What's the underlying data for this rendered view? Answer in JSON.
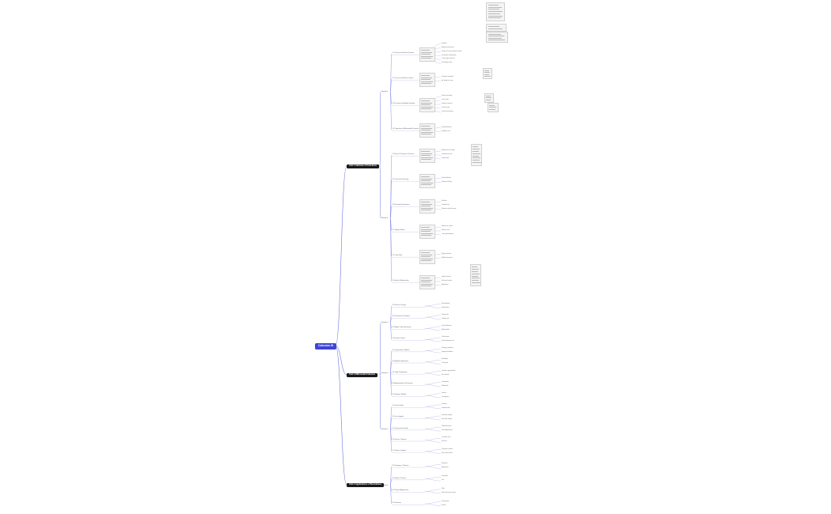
{
  "root": {
    "label": "Calculus III"
  },
  "colors": {
    "branch": "#6f74e0",
    "root_bg": "#3f45d6",
    "unit_bg": "#1a1a1a",
    "leaf_line": "#9aa0d8"
  },
  "units": [
    {
      "label": "Unit 1 Calculus of Functions",
      "sections": [
        {
          "label": "Section 1",
          "topics": [
            {
              "label": "1.1 Vectors and Vector Functions",
              "leaves": [
                "Definition",
                "Notation and direction",
                "Position of a vector relative to origin",
                "Dot product and projection",
                "Cross product and area",
                "Unit tangent vector"
              ]
            },
            {
              "label": "1.2 Curves and Planes in Space",
              "leaves": [
                "Parametric equations",
                "Arc length of a curve"
              ]
            },
            {
              "label": "1.3 Functions of Multiple Variables",
              "leaves": [
                "Domain and range",
                "Level curves",
                "Graphs of surfaces",
                "Contour maps",
                "Limits and continuity"
              ]
            },
            {
              "label": "1.4 Properties of Multivariable Functions",
              "leaves": [
                "Partial derivatives",
                "Gradient vector"
              ]
            }
          ]
        },
        {
          "label": "Section 2",
          "topics": [
            {
              "label": "2.1 Rate of Change of a Function",
              "leaves": [
                "Average rate of change",
                "Instantaneous rate",
                "Tangent lines"
              ]
            },
            {
              "label": "2.2 Limits and Continuity",
              "leaves": [
                "Formal definition",
                "Properties of limits"
              ]
            },
            {
              "label": "2.3 Directional Derivatives",
              "leaves": [
                "Definition",
                "Gradient form",
                "Maximum rate of increase"
              ]
            },
            {
              "label": "2.4 Tangent Planes",
              "leaves": [
                "Equation of a plane",
                "Normal vector",
                "Linear approximation"
              ]
            },
            {
              "label": "2.5 Chain Rule",
              "leaves": [
                "Single parameter",
                "Multiple parameters"
              ]
            },
            {
              "label": "2.6 Implicit Differentiation",
              "leaves": [
                "Implicit functions",
                "Derivative formula",
                "Applications"
              ]
            }
          ]
        }
      ]
    },
    {
      "label": "Unit 2 Differential Calculus",
      "sections": [
        {
          "label": "Section 3",
          "topics": [
            {
              "label": "3.1 Rates of Change",
              "leaves": [
                "Rate definition",
                "Related rates"
              ]
            },
            {
              "label": "3.2 Derivatives of Products",
              "leaves": [
                "Product rule",
                "Quotient rule"
              ]
            },
            {
              "label": "3.3 Higher Order Derivatives",
              "leaves": [
                "Second derivative",
                "Mixed partials"
              ]
            },
            {
              "label": "3.4 Extreme Values",
              "leaves": [
                "Critical points",
                "Second derivative test"
              ]
            }
          ]
        },
        {
          "label": "Section 4",
          "topics": [
            {
              "label": "4.1 Optimization Problems",
              "leaves": [
                "Setting up equations",
                "Lagrange multipliers"
              ]
            },
            {
              "label": "4.2 Applied Optimization",
              "leaves": [
                "Boundaries",
                "Constraints"
              ]
            },
            {
              "label": "4.3 Taylor Polynomials",
              "leaves": [
                "Quadratic approximation",
                "Error bounds"
              ]
            },
            {
              "label": "4.4 Approximation of Functions",
              "leaves": [
                "Linearization",
                "Differentials"
              ]
            },
            {
              "label": "4.5 Newton's Method",
              "leaves": [
                "Iteration",
                "Convergence"
              ]
            }
          ]
        },
        {
          "label": "Section 5",
          "topics": [
            {
              "label": "5.1 Vector Fields",
              "leaves": [
                "Definition",
                "Gradient fields"
              ]
            },
            {
              "label": "5.2 Line Integrals",
              "leaves": [
                "Scalar line integral",
                "Vector line integral"
              ]
            },
            {
              "label": "5.3 Conservative Fields",
              "leaves": [
                "Potential function",
                "Path independence"
              ]
            },
            {
              "label": "5.4 Green's Theorem",
              "leaves": [
                "Circulation form",
                "Flux form"
              ]
            },
            {
              "label": "5.5 Surface Integrals",
              "leaves": [
                "Parametric surfaces",
                "Flux across surface"
              ]
            }
          ]
        }
      ]
    },
    {
      "label": "Unit 3 Applications of Derivatives",
      "sections": [
        {
          "label": "Section 6",
          "topics": [
            {
              "label": "6.1 Divergence Theorem",
              "leaves": [
                "Statement",
                "Applications"
              ]
            },
            {
              "label": "6.2 Stokes' Theorem",
              "leaves": [
                "Orientation",
                "Curl"
              ]
            },
            {
              "label": "6.3 Physical Applications",
              "leaves": [
                "Work",
                "Mass and center of mass"
              ]
            },
            {
              "label": "6.4 Summary",
              "leaves": [
                "Key formulas",
                "Review"
              ]
            }
          ]
        }
      ]
    }
  ]
}
